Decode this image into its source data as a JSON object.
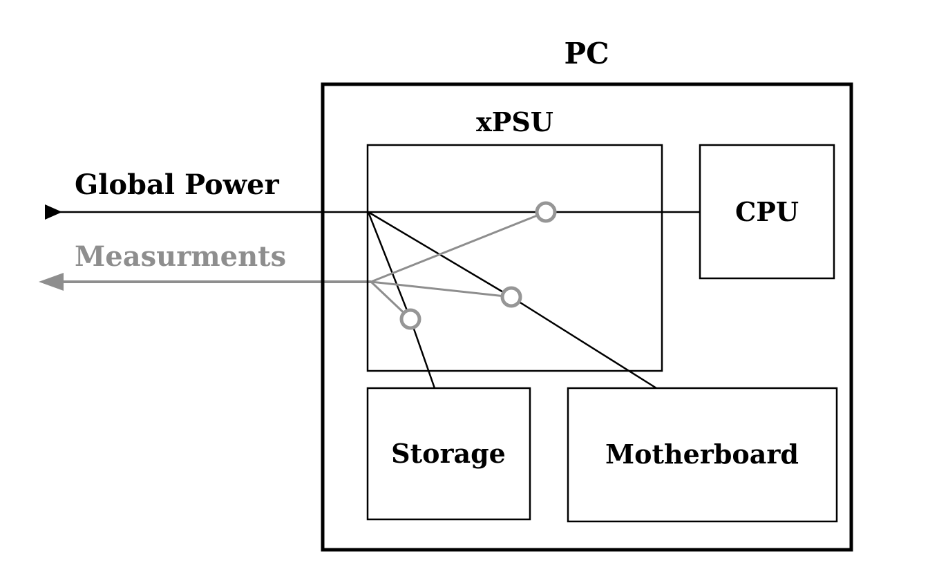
{
  "figure": {
    "title": "PC",
    "psu": {
      "label": "xPSU",
      "sensor_count": 3
    },
    "components": [
      {
        "id": "cpu",
        "label": "CPU"
      },
      {
        "id": "storage",
        "label": "Storage"
      },
      {
        "id": "motherboard",
        "label": "Motherboard"
      }
    ],
    "power_arrow": {
      "label": "Global Power"
    },
    "measure_arrow": {
      "label": "Measurments"
    }
  },
  "colors": {
    "line": "#000000",
    "measure": "#8e8e8e",
    "sensor": "#969696",
    "background": "#ffffff"
  }
}
